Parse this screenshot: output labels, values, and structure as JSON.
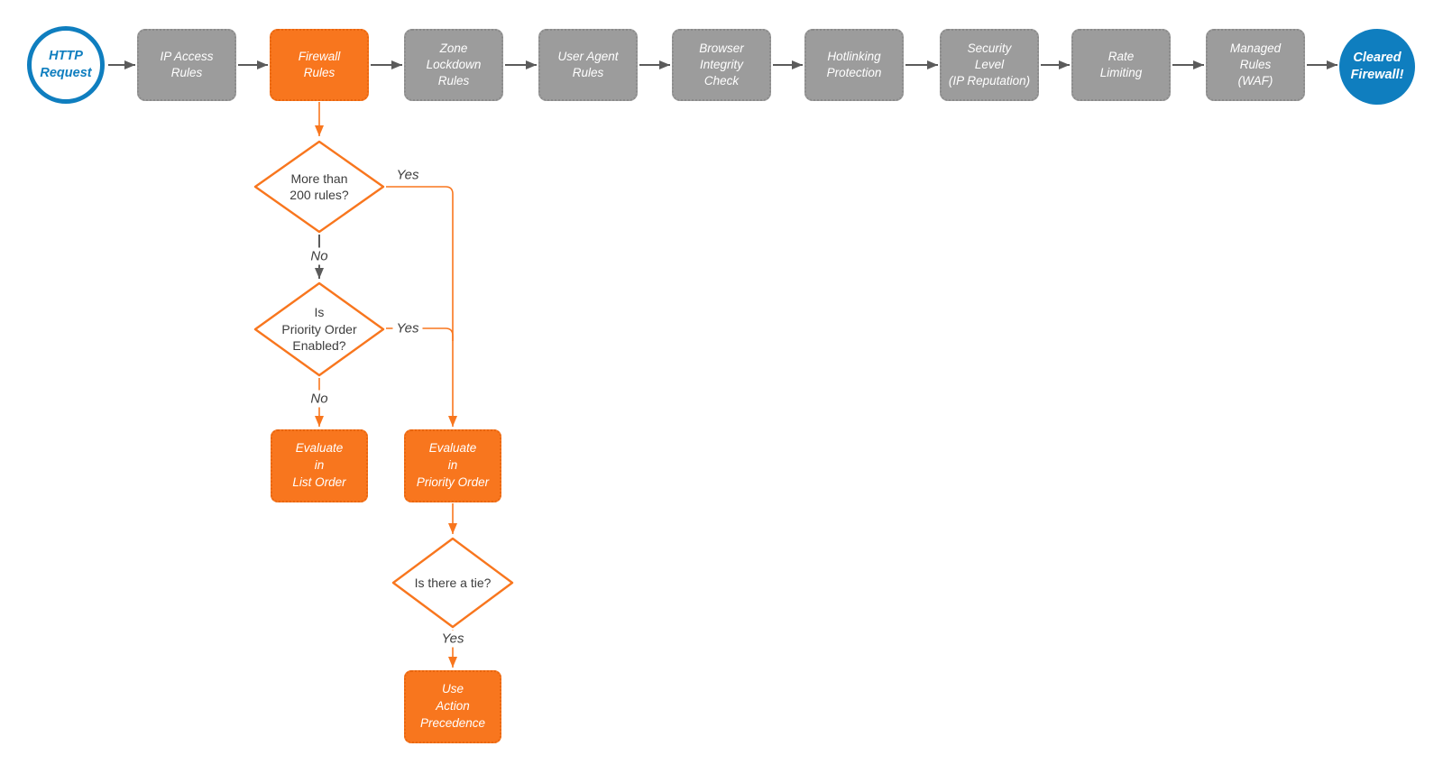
{
  "colors": {
    "orange": "#F8761E",
    "gray": "#9C9C9C",
    "blue": "#0F7EBF",
    "connector_dark": "#5B5B5B",
    "decision_text": "#3D3D3D",
    "node_text": "#FFFFFF",
    "background": "#FFFFFF"
  },
  "start_node": {
    "label": "HTTP\nRequest"
  },
  "end_node": {
    "label": "Cleared\nFirewall!"
  },
  "pipeline": [
    {
      "label": "IP Access\nRules"
    },
    {
      "label": "Firewall\nRules"
    },
    {
      "label": "Zone\nLockdown\nRules"
    },
    {
      "label": "User Agent\nRules"
    },
    {
      "label": "Browser\nIntegrity\nCheck"
    },
    {
      "label": "Hotlinking\nProtection"
    },
    {
      "label": "Security\nLevel\n(IP Reputation)"
    },
    {
      "label": "Rate\nLimiting"
    },
    {
      "label": "Managed\nRules\n(WAF)"
    }
  ],
  "decisions": {
    "rule_count": {
      "label": "More than\n200 rules?",
      "yes_label": "Yes",
      "no_label": "No"
    },
    "priority_order": {
      "label": "Is\nPriority Order\nEnabled?",
      "yes_label": "Yes",
      "no_label": "No"
    },
    "tie": {
      "label": "Is there a tie?",
      "yes_label": "Yes"
    }
  },
  "actions": {
    "list_order": {
      "label": "Evaluate\nin\nList Order"
    },
    "priority_order": {
      "label": "Evaluate\nin\nPriority Order"
    },
    "action_precedence": {
      "label": "Use\nAction\nPrecedence"
    }
  }
}
